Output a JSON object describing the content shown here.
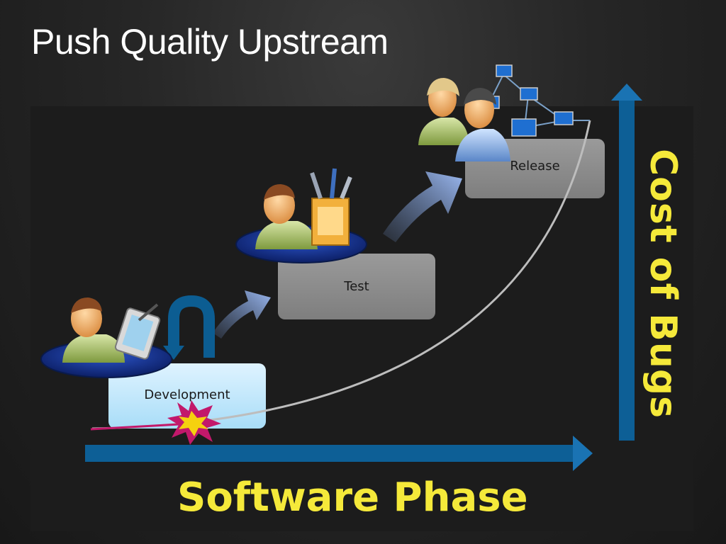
{
  "slide": {
    "title": "Push Quality Upstream"
  },
  "phases": [
    {
      "label": "Development"
    },
    {
      "label": "Test"
    },
    {
      "label": "Release"
    }
  ],
  "axes": {
    "x_label": "Software Phase",
    "y_label": "Cost of Bugs"
  },
  "icons": [
    "developer-person-icon",
    "tablet-pen-icon",
    "loop-arrow-icon",
    "tester-person-icon",
    "toolbox-icon",
    "users-icon",
    "network-computers-icon",
    "bug-burst-icon"
  ],
  "colors": {
    "accent_yellow": "#f5e93a",
    "axis_blue": "#0d5f96",
    "dev_box": "#bfe6fb",
    "phase_box": "#8c8c8c"
  }
}
